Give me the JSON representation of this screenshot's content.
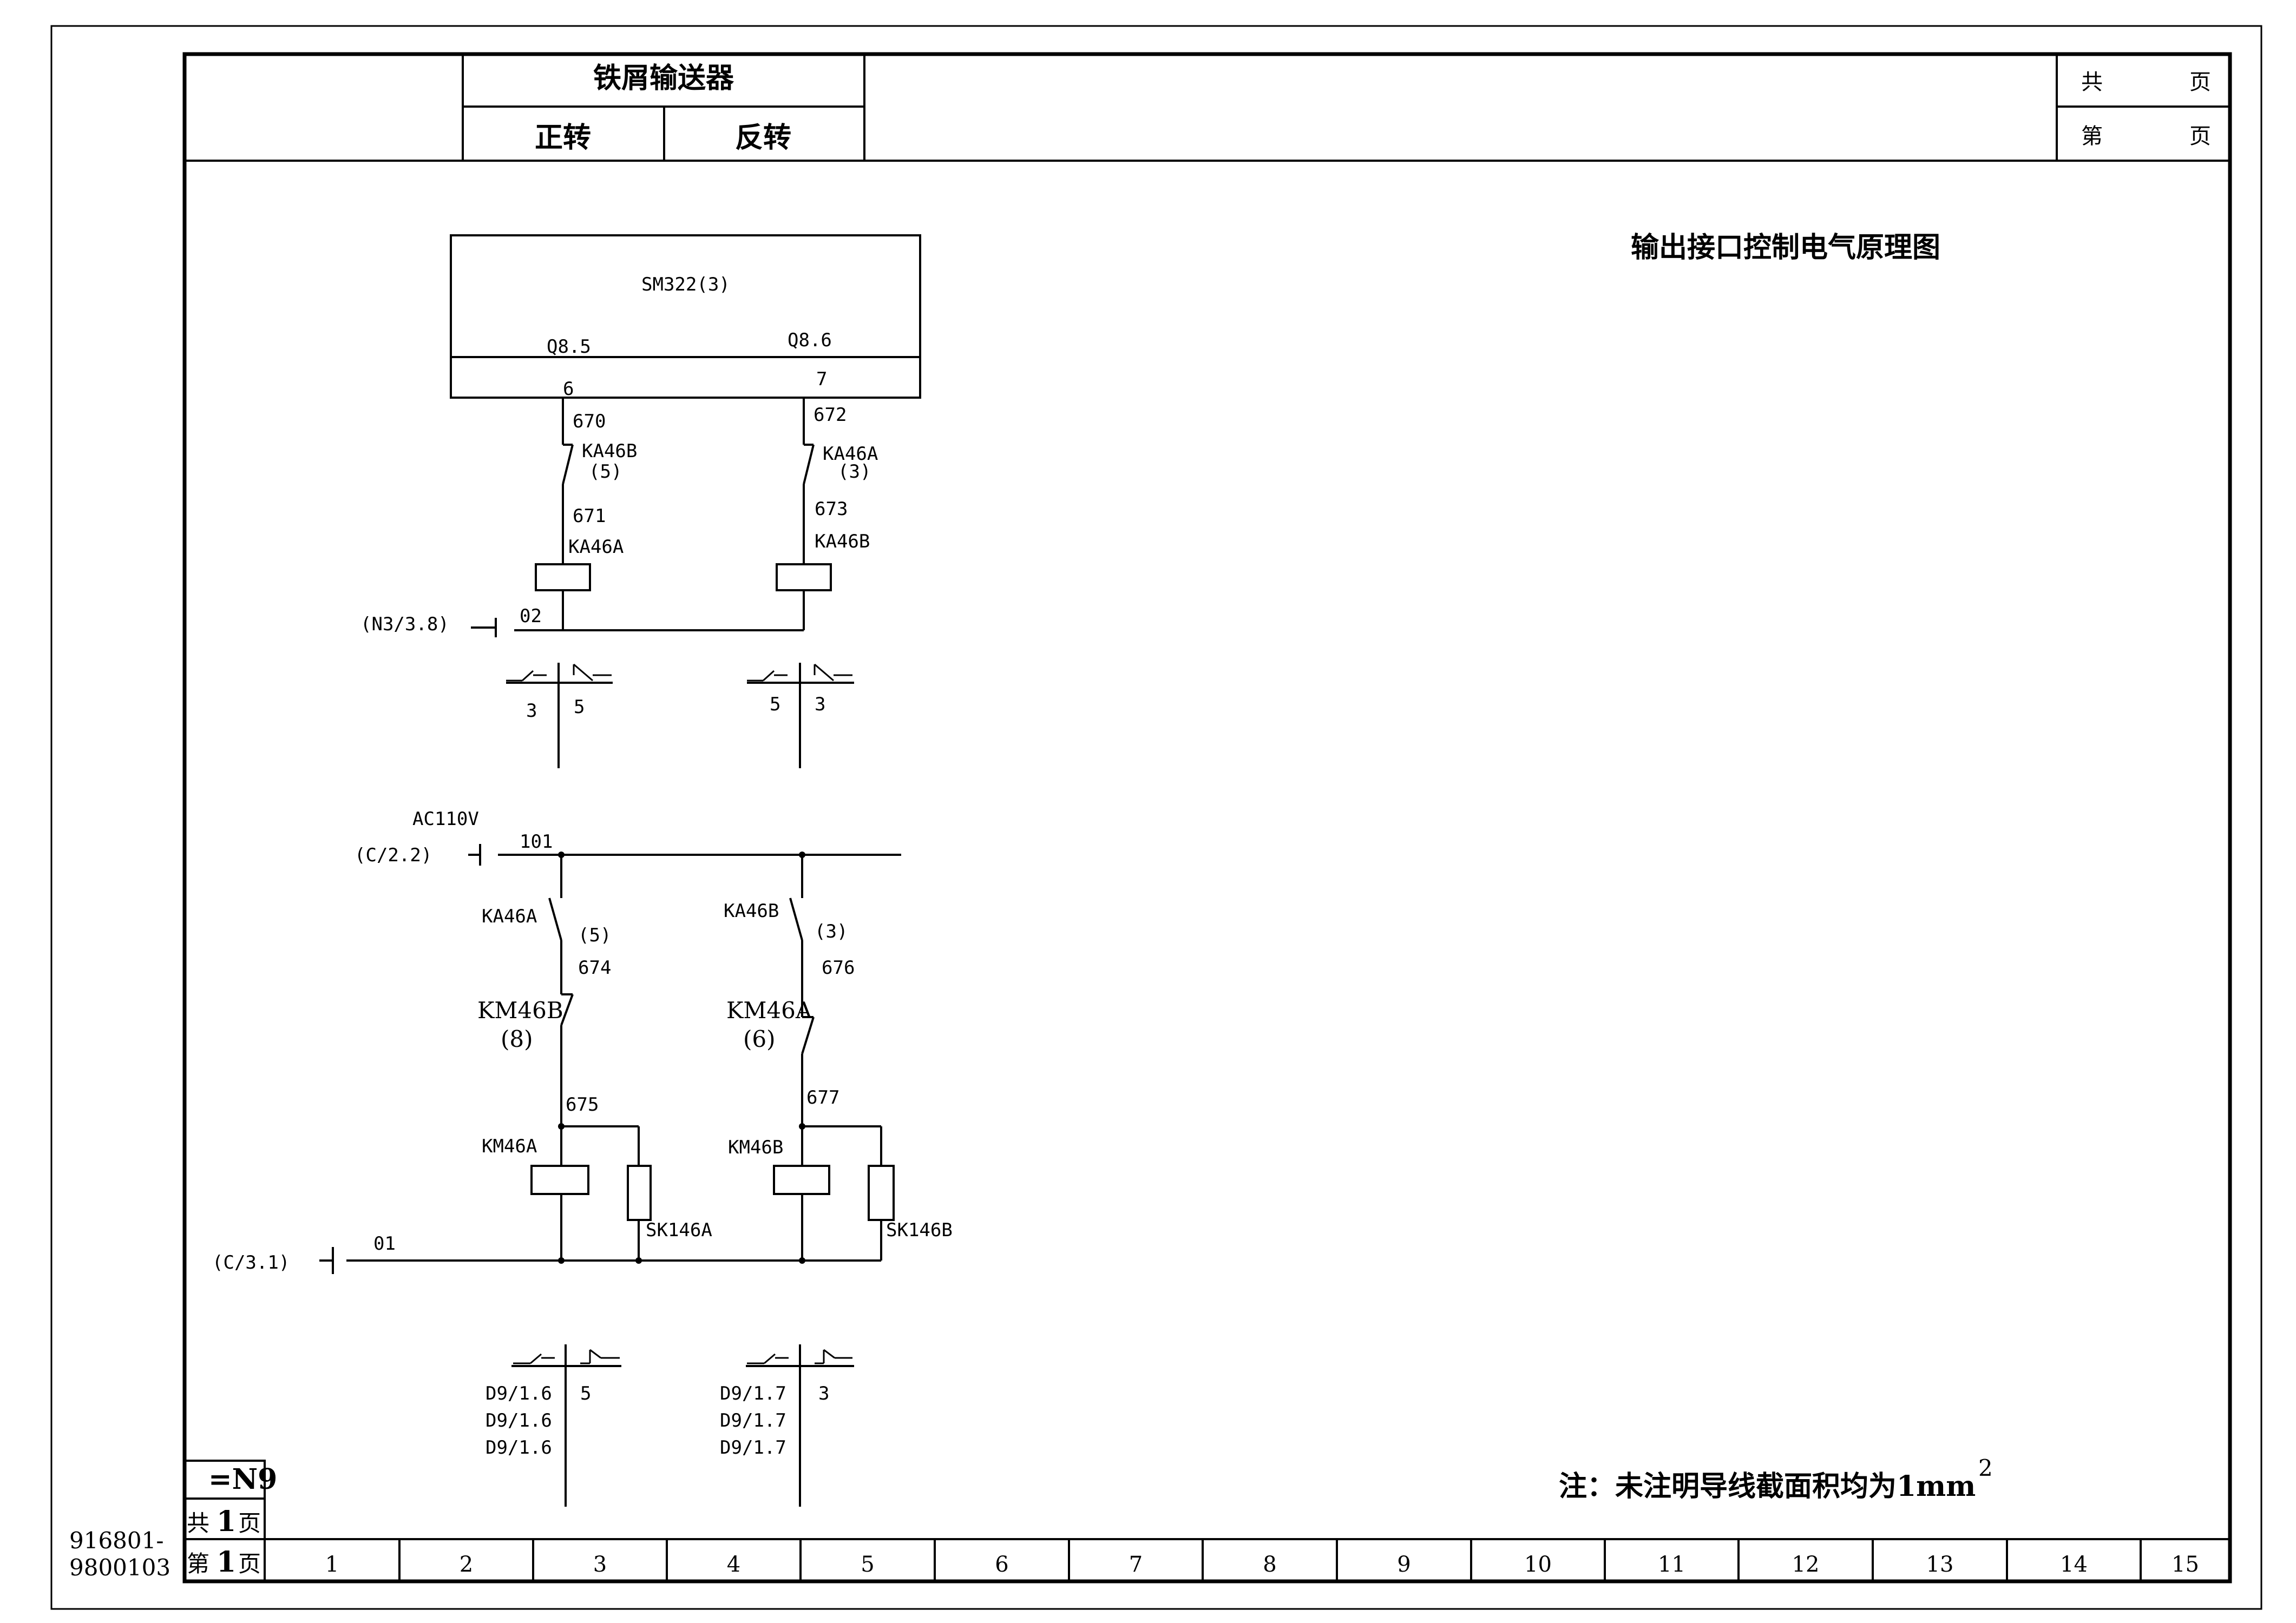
{
  "header": {
    "device": "铁屑输送器",
    "forward": "正转",
    "reverse": "反转",
    "total_pages_label": "共",
    "page_label": "第",
    "page_suffix": "页",
    "title": "输出接口控制电气原理图"
  },
  "plc": {
    "module": "SM322(3)",
    "out1": "Q8.5",
    "out2": "Q8.6",
    "term1": "6",
    "term2": "7"
  },
  "control": {
    "w670": "670",
    "w672": "672",
    "c1": "KA46B",
    "c1_pos": "(5)",
    "c2": "KA46A",
    "c2_pos": "(3)",
    "w671": "671",
    "w673": "673",
    "coil1": "KA46A",
    "coil2": "KA46B",
    "n_ref": "(N3/3.8)",
    "w02": "02",
    "xref1_a": "3",
    "xref1_b": "5",
    "xref2_a": "5",
    "xref2_b": "3"
  },
  "power": {
    "voltage": "AC110V",
    "c_ref": "(C/2.2)",
    "w101": "101",
    "k1": "KA46A",
    "k1_pos": "(5)",
    "k2": "KA46B",
    "k2_pos": "(3)",
    "w674": "674",
    "w676": "676",
    "i1": "KM46B",
    "i1_pos": "(8)",
    "i2": "KM46A",
    "i2_pos": "(6)",
    "w675": "675",
    "w677": "677",
    "coil1": "KM46A",
    "coil2": "KM46B",
    "sk1": "SK146A",
    "sk2": "SK146B",
    "c_ref2": "(C/3.1)",
    "w01": "01",
    "xref_left": [
      "D9/1.6",
      "D9/1.6",
      "D9/1.6"
    ],
    "xref_left_contact": "5",
    "xref_right": [
      "D9/1.7",
      "D9/1.7",
      "D9/1.7"
    ],
    "xref_right_contact": "3"
  },
  "note": {
    "text": "注：未注明导线截面积均为1mm",
    "sup": "2"
  },
  "title_block": {
    "code": "=N9",
    "total_prefix": "共",
    "total_num": "1",
    "total_suffix": "页",
    "page_prefix": "第",
    "page_num": "1",
    "page_suffix": "页",
    "drawing_no_1": "916801-",
    "drawing_no_2": "9800103"
  },
  "columns": [
    "1",
    "2",
    "3",
    "4",
    "5",
    "6",
    "7",
    "8",
    "9",
    "10",
    "11",
    "12",
    "13",
    "14",
    "15"
  ]
}
